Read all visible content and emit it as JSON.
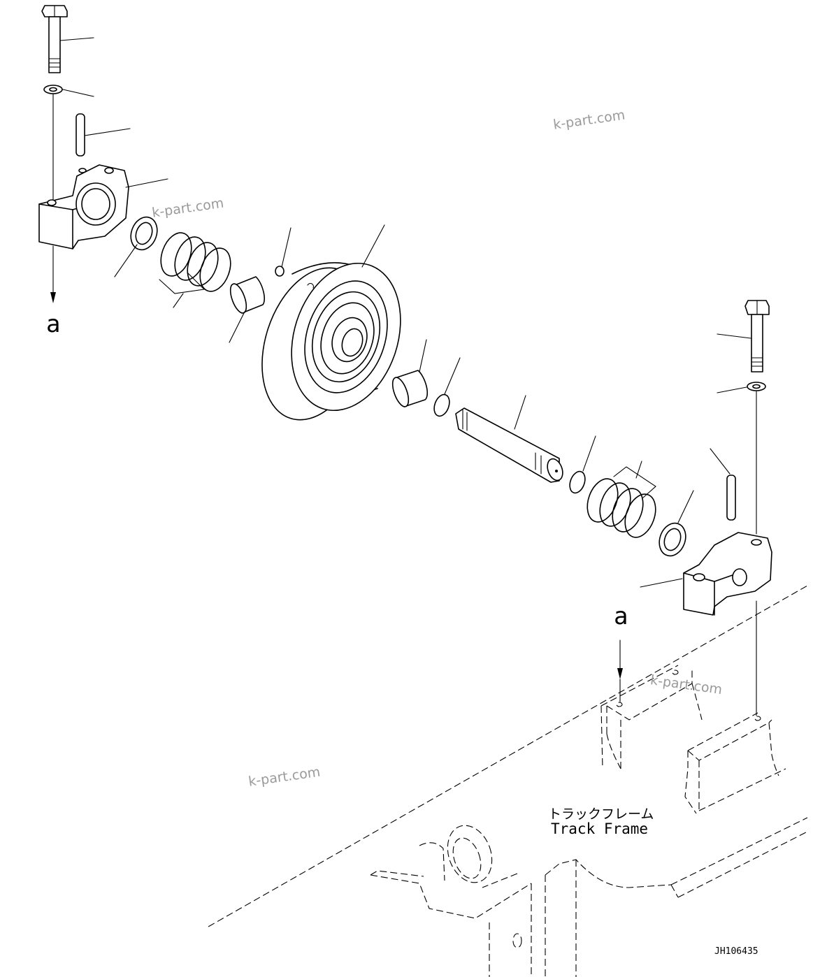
{
  "labels": {
    "arrow_left": "a",
    "arrow_right": "a",
    "frame_jp": "トラックフレーム",
    "frame_en": "Track Frame",
    "drawing_number": "JH106435"
  },
  "watermarks": [
    "k-part.com",
    "k-part.com",
    "k-part.com",
    "k-part.com"
  ]
}
